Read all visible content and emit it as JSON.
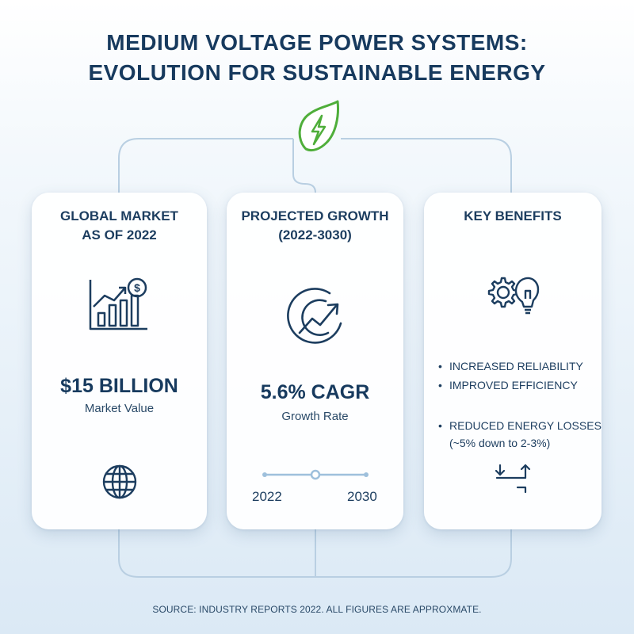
{
  "title": {
    "line1": "MEDIUM VOLTAGE POWER SYSTEMS:",
    "line2": "EVOLUTION FOR SUSTAINABLE ENERGY"
  },
  "top_icon": "leaf-lightning-icon",
  "cards": {
    "market": {
      "title_line1": "GLOBAL MARKET",
      "title_line2": "AS OF 2022",
      "icon": "bar-chart-dollar-icon",
      "value": "$15 BILLION",
      "label": "Market Value",
      "bottom_icon": "globe-icon"
    },
    "growth": {
      "title_line1": "PROJECTED GROWTH",
      "title_line2": "(2022-3030)",
      "icon": "circular-growth-arrow-icon",
      "value": "5.6% CAGR",
      "label": "Growth Rate",
      "timeline_start": "2022",
      "timeline_end": "2030"
    },
    "benefits": {
      "title": "KEY BENEFITS",
      "icon": "gear-lightbulb-icon",
      "items": [
        "INCREASED RELIABILITY",
        "IMPROVED EFFICIENCY",
        "REDUCED ENERGY LOSSES"
      ],
      "note": "(~5% down to 2-3%)",
      "bullet": "•",
      "bottom_icon": "down-up-arrows-icon"
    }
  },
  "footer": "SOURCE: INDUSTRY REPORTS 2022. ALL FIGURES ARE APPROXMATE.",
  "colors": {
    "navy": "#173a5e",
    "green": "#4fae3a",
    "connector": "#b9cfe2"
  }
}
